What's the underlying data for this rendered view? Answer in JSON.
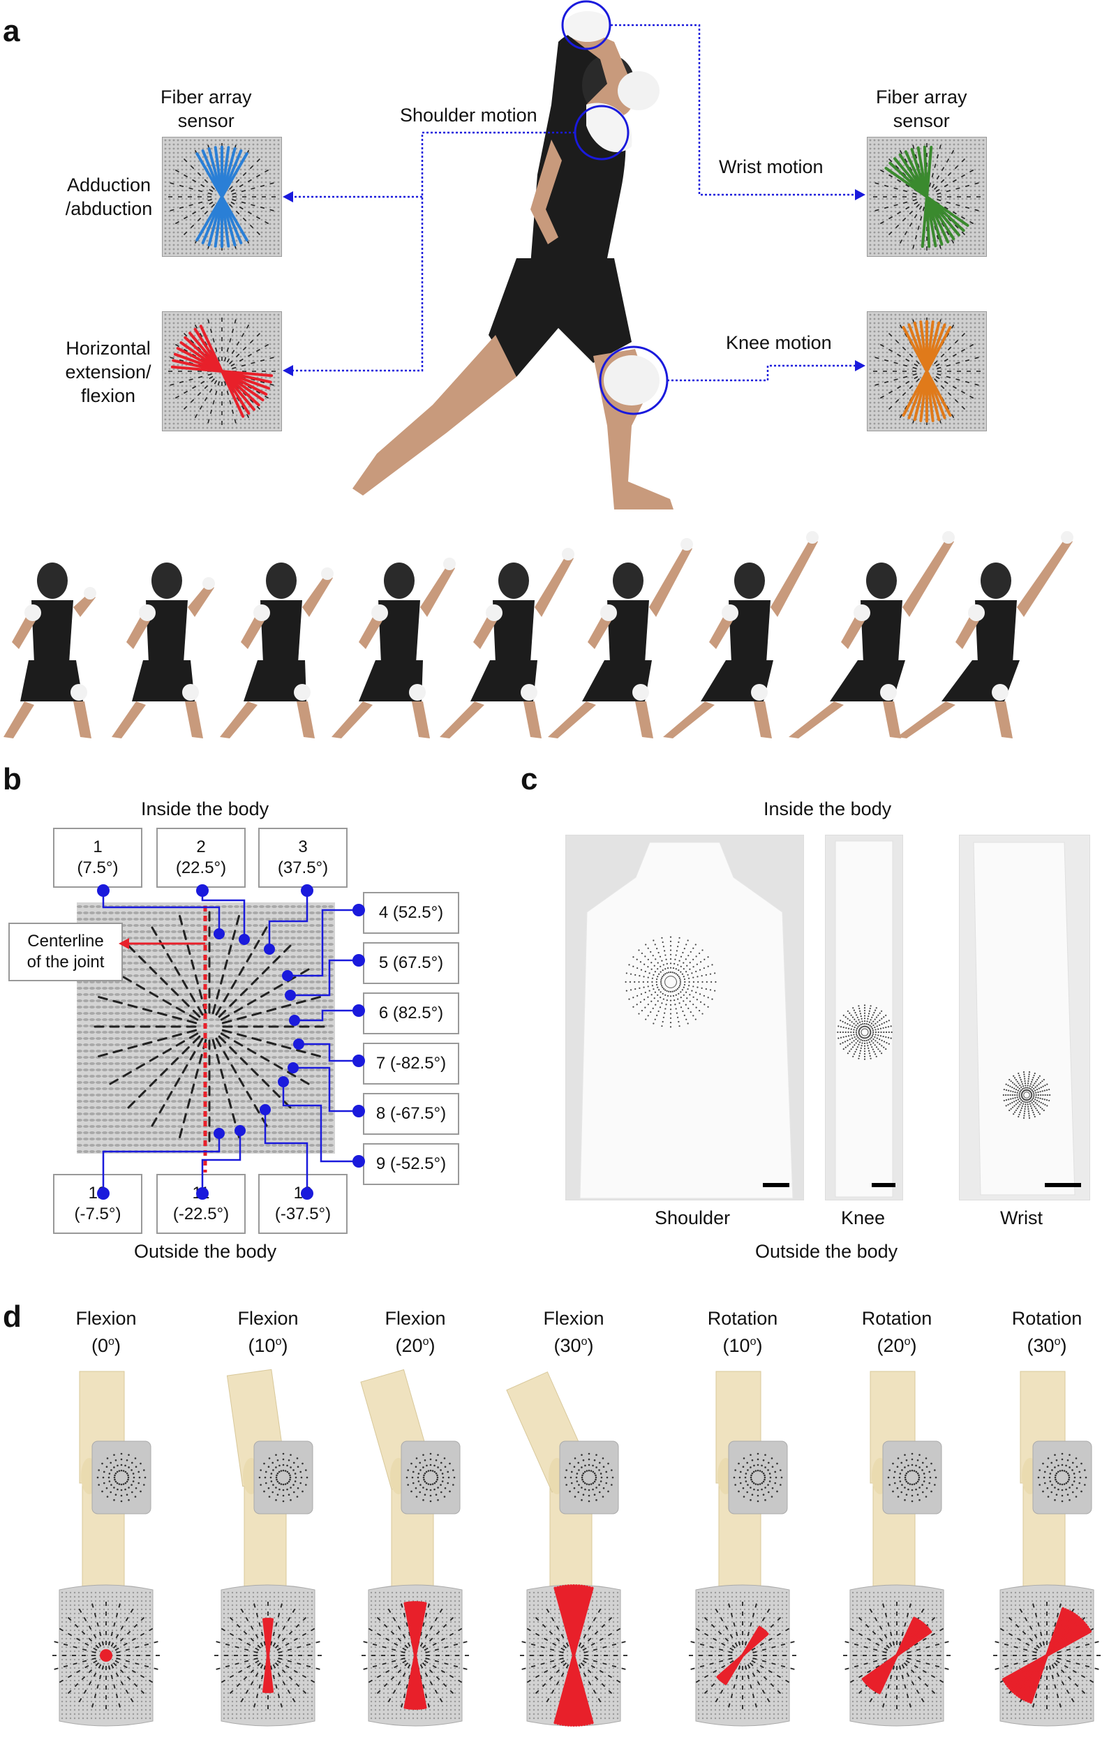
{
  "panels": {
    "a": "a",
    "b": "b",
    "c": "c",
    "d": "d"
  },
  "panel_a": {
    "sensor_title_left": [
      "Fiber array",
      "sensor"
    ],
    "sensor_title_right": [
      "Fiber array",
      "sensor"
    ],
    "shoulder_motion": "Shoulder motion",
    "wrist_motion": "Wrist motion",
    "knee_motion": "Knee motion",
    "adduction": [
      "Adduction",
      "/abduction"
    ],
    "horizontal": [
      "Horizontal",
      "extension/",
      "flexion"
    ],
    "colors": {
      "adduction": "#2a7fd6",
      "horizontal": "#e8202a",
      "wrist": "#3a8a2e",
      "knee": "#e07a1a",
      "guide": "#1a1adc"
    }
  },
  "panel_b": {
    "inside": "Inside the body",
    "outside": "Outside the body",
    "centerline": [
      "Centerline",
      "of the joint"
    ],
    "boxes": [
      {
        "n": "1",
        "a": "(7.5°)"
      },
      {
        "n": "2",
        "a": "(22.5°)"
      },
      {
        "n": "3",
        "a": "(37.5°)"
      },
      {
        "n": "4",
        "a": "4 (52.5°)"
      },
      {
        "n": "5",
        "a": "5 (67.5°)"
      },
      {
        "n": "6",
        "a": "6 (82.5°)"
      },
      {
        "n": "7",
        "a": "7 (-82.5°)"
      },
      {
        "n": "8",
        "a": "8 (-67.5°)"
      },
      {
        "n": "9",
        "a": "9 (-52.5°)"
      },
      {
        "n": "10",
        "a": "(-37.5°)"
      },
      {
        "n": "11",
        "a": "(-22.5°)"
      },
      {
        "n": "12",
        "a": "(-7.5°)"
      }
    ]
  },
  "panel_c": {
    "inside": "Inside the body",
    "outside": "Outside the body",
    "labels": [
      "Shoulder",
      "Knee",
      "Wrist"
    ]
  },
  "panel_d": {
    "columns": [
      {
        "title": "Flexion",
        "angle": "0"
      },
      {
        "title": "Flexion",
        "angle": "10"
      },
      {
        "title": "Flexion",
        "angle": "20"
      },
      {
        "title": "Flexion",
        "angle": "30"
      },
      {
        "title": "Rotation",
        "angle": "10"
      },
      {
        "title": "Rotation",
        "angle": "20"
      },
      {
        "title": "Rotation",
        "angle": "30"
      }
    ],
    "deg": "o"
  }
}
